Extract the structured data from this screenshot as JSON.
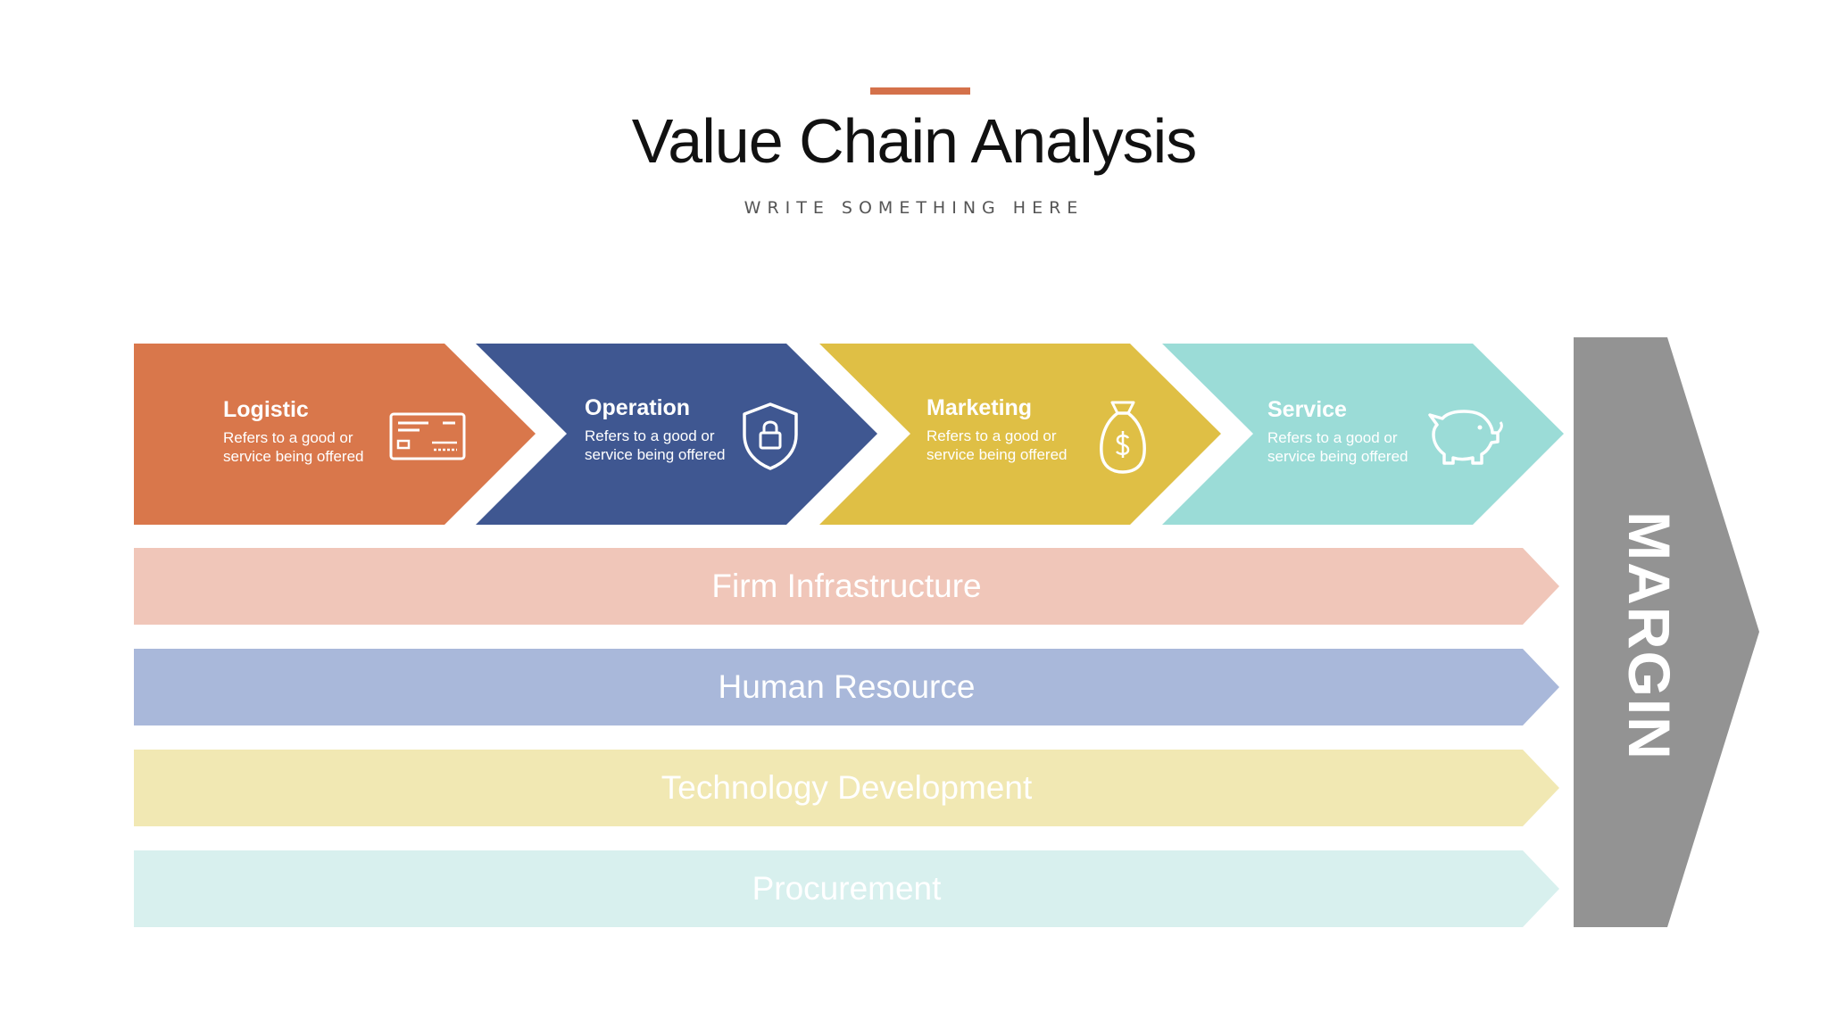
{
  "header": {
    "title": "Value Chain Analysis",
    "subtitle": "WRITE SOMETHING HERE"
  },
  "primary_activities": [
    {
      "title": "Logistic",
      "description": "Refers to a good or service being offered",
      "icon": "credit-card-icon",
      "color": "#d9774b"
    },
    {
      "title": "Operation",
      "description": "Refers to a good or service being offered",
      "icon": "shield-lock-icon",
      "color": "#3f5791"
    },
    {
      "title": "Marketing",
      "description": "Refers to a good or service being offered",
      "icon": "money-bag-icon",
      "color": "#dfbf45"
    },
    {
      "title": "Service",
      "description": "Refers to a good or service being offered",
      "icon": "piggy-bank-icon",
      "color": "#9bdcd7"
    }
  ],
  "support_activities": [
    {
      "label": "Firm Infrastructure",
      "color": "#f0c6b9"
    },
    {
      "label": "Human Resource",
      "color": "#a9b8da"
    },
    {
      "label": "Technology Development",
      "color": "#f1e8b3"
    },
    {
      "label": "Procurement",
      "color": "#d8f0ee"
    }
  ],
  "margin": {
    "label": "MARGIN",
    "color": "#939393"
  },
  "accent_color": "#d4714a"
}
